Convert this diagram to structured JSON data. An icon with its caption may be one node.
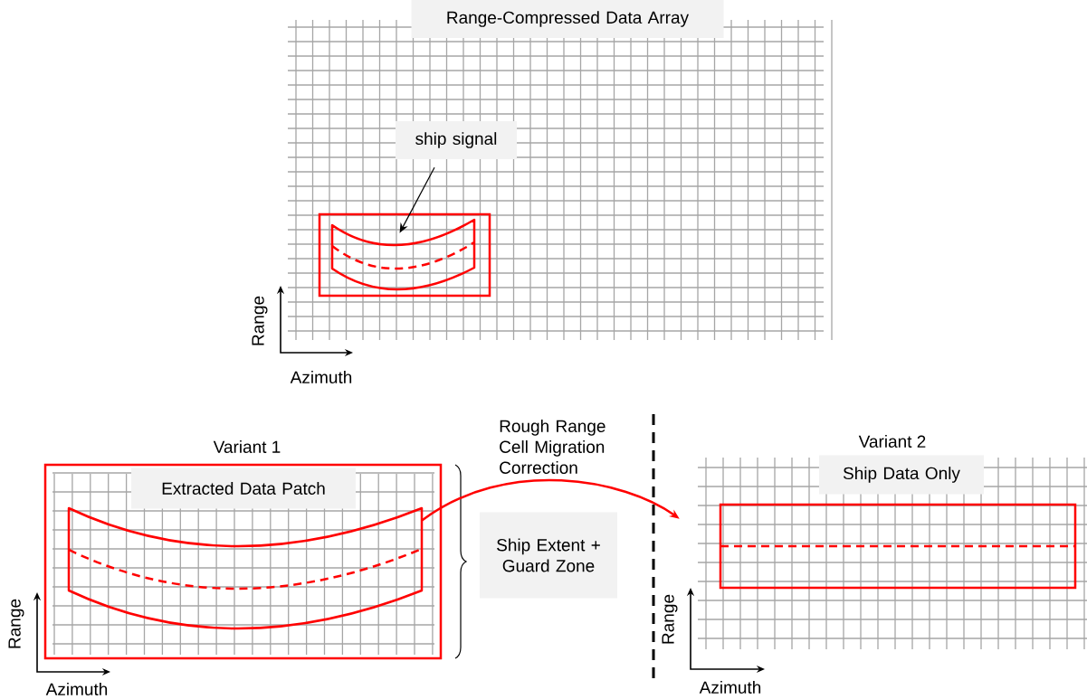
{
  "diagram": {
    "nodes": [
      {
        "text": [
          "Range-Compressed Data Array"
        ]
      },
      {
        "text": [
          "ship signal"
        ],
        "in": 0
      },
      {
        "text": [],
        "shape": "box",
        "in": 0
      },
      {
        "text": [],
        "shape": "picture",
        "in": 2
      },
      {
        "text": [
          "Variant 1",
          "Extracted Data Patch"
        ]
      },
      {
        "text": [],
        "shape": "picture",
        "in": 4
      },
      {
        "text": [
          "Ship Extent + Guard Zone"
        ]
      },
      {
        "text": [
          "Variant 2",
          "Ship Data Only"
        ]
      },
      {
        "text": [],
        "shape": "box",
        "in": 7
      }
    ],
    "edges": [
      {
        "from": 1,
        "to": 3,
        "arrow": "to"
      },
      {
        "from": 5,
        "to": 8,
        "arrow": "to",
        "label": "Rough Range Cell Migration Correction",
        "color": "#ff0000"
      }
    ],
    "labels": [
      "Range",
      "Azimuth",
      "Range",
      "Azimuth",
      "Range",
      "Azimuth"
    ]
  }
}
